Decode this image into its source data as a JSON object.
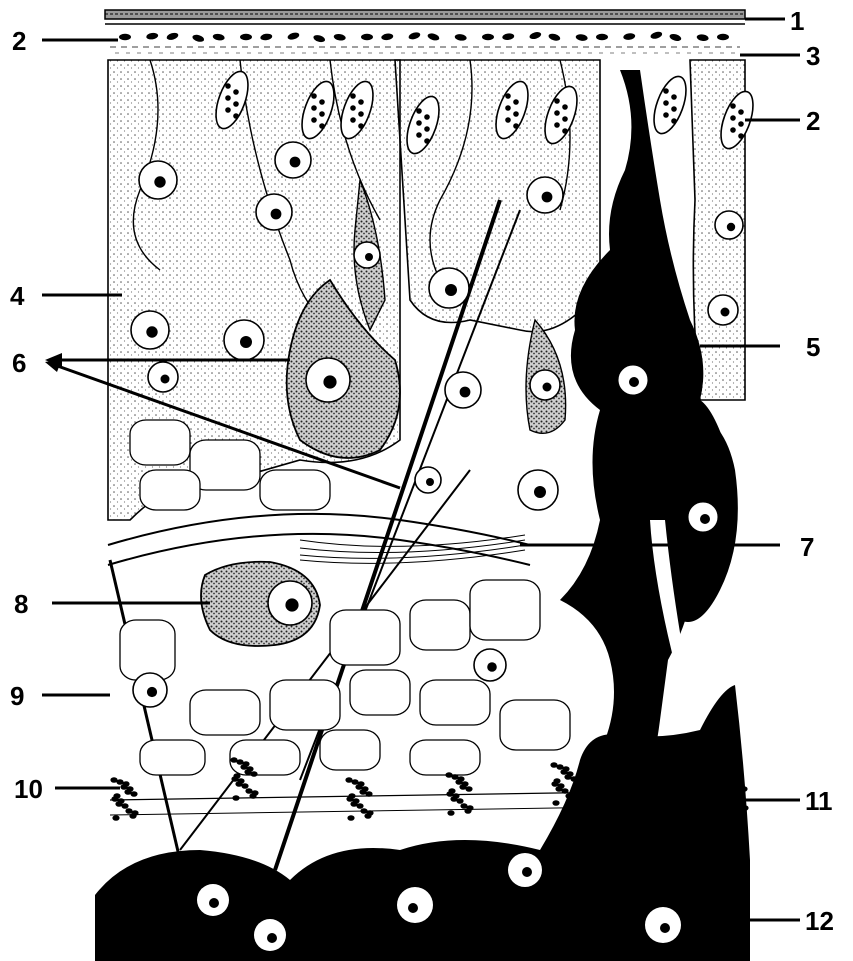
{
  "figure": {
    "labels": [
      "1",
      "2",
      "2",
      "3",
      "4",
      "5",
      "6",
      "7",
      "8",
      "9",
      "10",
      "11",
      "12"
    ]
  },
  "palette": {
    "ink": "#000000",
    "paper": "#ffffff",
    "stipple": "#6b6b6b"
  },
  "icons": {
    "callout": "leader-line"
  }
}
